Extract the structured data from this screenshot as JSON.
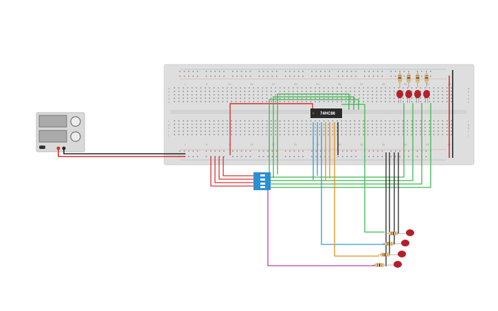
{
  "circuit": {
    "chip_label": "74HC86",
    "breadboard_column_numbers": [
      "1",
      "5",
      "10",
      "15",
      "20",
      "25",
      "30",
      "35",
      "40",
      "45",
      "50",
      "55",
      "60"
    ],
    "breadboard_row_letters_top": [
      "a",
      "b",
      "c",
      "d",
      "e"
    ],
    "breadboard_row_letters_bottom": [
      "f",
      "g",
      "h",
      "i",
      "j"
    ],
    "power_supply": {
      "display_top": "",
      "display_bottom": ""
    },
    "colors": {
      "breadboard": "#dedede",
      "wire_red": "#d62d2d",
      "wire_black": "#1f1f1f",
      "wire_green": "#3ab54a",
      "wire_blue": "#2d9ad0",
      "wire_orange": "#e58e1a",
      "wire_magenta": "#c23aa2",
      "led_red": "#b3202a",
      "dip_switch": "#2b8fd6",
      "chip": "#2a2a2a"
    }
  }
}
